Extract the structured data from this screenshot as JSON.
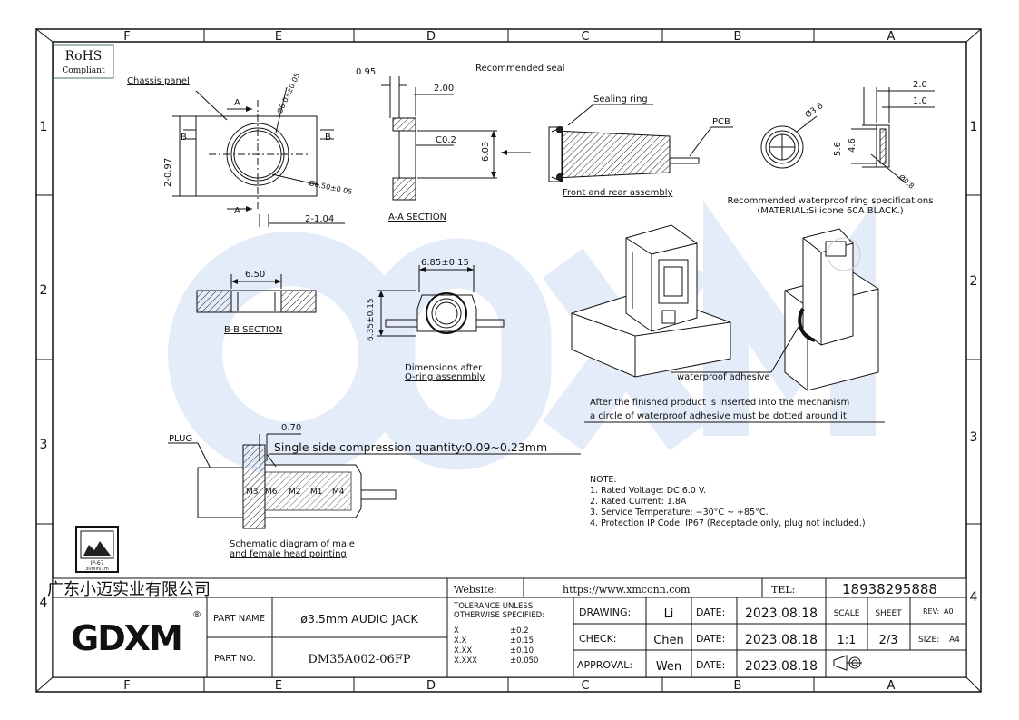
{
  "border": {
    "columns_top": [
      "F",
      "E",
      "D",
      "C",
      "B",
      "A"
    ],
    "columns_bottom": [
      "F",
      "E",
      "D",
      "C",
      "B",
      "A"
    ],
    "rows_left": [
      "1",
      "2",
      "3",
      "4"
    ],
    "rows_right": [
      "1",
      "2",
      "3",
      "4"
    ]
  },
  "rohs": {
    "line1": "RoHS",
    "line2": "Compliant"
  },
  "labels": {
    "chassis_panel": "Chassis panel",
    "recommended_seal": "Recommended seal",
    "sealing_ring": "Sealing ring",
    "pcb": "PCB",
    "front_rear": "Front and rear assembly",
    "ring_spec_1": "Recommended waterproof ring specifications",
    "ring_spec_2": "(MATERIAL:Silicone 60A BLACK.)",
    "aa_section": "A-A SECTION",
    "bb_section": "B-B SECTION",
    "dim_after_1": "Dimensions after",
    "dim_after_2": "O-ring assenmbly",
    "waterproof_adhesive": "waterproof adhesive",
    "after_1": "After the finished product is inserted into the mechanism",
    "after_2": "a circle of waterproof adhesive must be dotted around it",
    "plug": "PLUG",
    "compression": "Single side compression quantity:0.09~0.23mm",
    "schematic_1": "Schematic diagram of male",
    "schematic_2": "and female head pointing",
    "ip_badge_1": "IP-67",
    "ip_badge_2": "30min/1m"
  },
  "dims": {
    "d_6_03": "Ø6.03±0.05",
    "d_6_50": "Ø6.50±0.05",
    "d_2_097": "2-0.97",
    "d_2_104": "2-1.04",
    "a": "A",
    "b": "B",
    "d_095": "0.95",
    "d_200": "2.00",
    "c02": "C0.2",
    "d_603": "6.03",
    "d_20": "2.0",
    "d_10": "1.0",
    "d_36": "Ø3.6",
    "d_56": "5.6",
    "d_46": "4.6",
    "d_08": "Ø0.8",
    "d_650": "6.50",
    "d_685": "6.85±0.15",
    "d_635": "6.35±0.15",
    "d_070": "0.70",
    "m3": "M3",
    "m6": "M6",
    "m2": "M2",
    "m1": "M1",
    "m4": "M4"
  },
  "notes": {
    "title": "NOTE:",
    "items": [
      "1. Rated Voltage: DC 6.0 V.",
      "2. Rated Current: 1.8A",
      "3. Service Temperature: −30°C ~ +85°C.",
      "4. Protection IP Code: IP67 (Receptacle only, plug not included.)"
    ]
  },
  "title_block": {
    "company": "广东小迈实业有限公司",
    "website_label": "Website:",
    "website": "https://www.xmconn.com",
    "tel_label": "TEL:",
    "tel": "18938295888",
    "logo": "GDXM",
    "logo_reg": "®",
    "part_name_label": "PART NAME",
    "part_name": "ø3.5mm AUDIO JACK",
    "part_no_label": "PART NO.",
    "part_no": "DM35A002-06FP",
    "tolerance_1": "TOLERANCE UNLESS",
    "tolerance_2": "OTHERWISE SPECIFIED:",
    "tol_rows": [
      {
        "k": "X",
        "v": "±0.2"
      },
      {
        "k": "X.X",
        "v": "±0.15"
      },
      {
        "k": "X.XX",
        "v": "±0.10"
      },
      {
        "k": "X.XXX",
        "v": "±0.050"
      }
    ],
    "drawing_label": "DRAWING:",
    "drawing_by": "Li",
    "check_label": "CHECK:",
    "check_by": "Chen",
    "approval_label": "APPROVAL:",
    "approval_by": "Wen",
    "date_label": "DATE:",
    "date_1": "2023.08.18",
    "date_2": "2023.08.18",
    "date_3": "2023.08.18",
    "scale_label": "SCALE",
    "scale": "1:1",
    "sheet_label": "SHEET",
    "sheet": "2/3",
    "rev_label": "REV:",
    "rev": "A0",
    "size_label": "SIZE:",
    "size": "A4"
  },
  "colors": {
    "watermark": "#dde8f6",
    "logo_blue": "#2f6fc0",
    "logo_gray": "#8a8a8a",
    "ink": "#111111"
  }
}
